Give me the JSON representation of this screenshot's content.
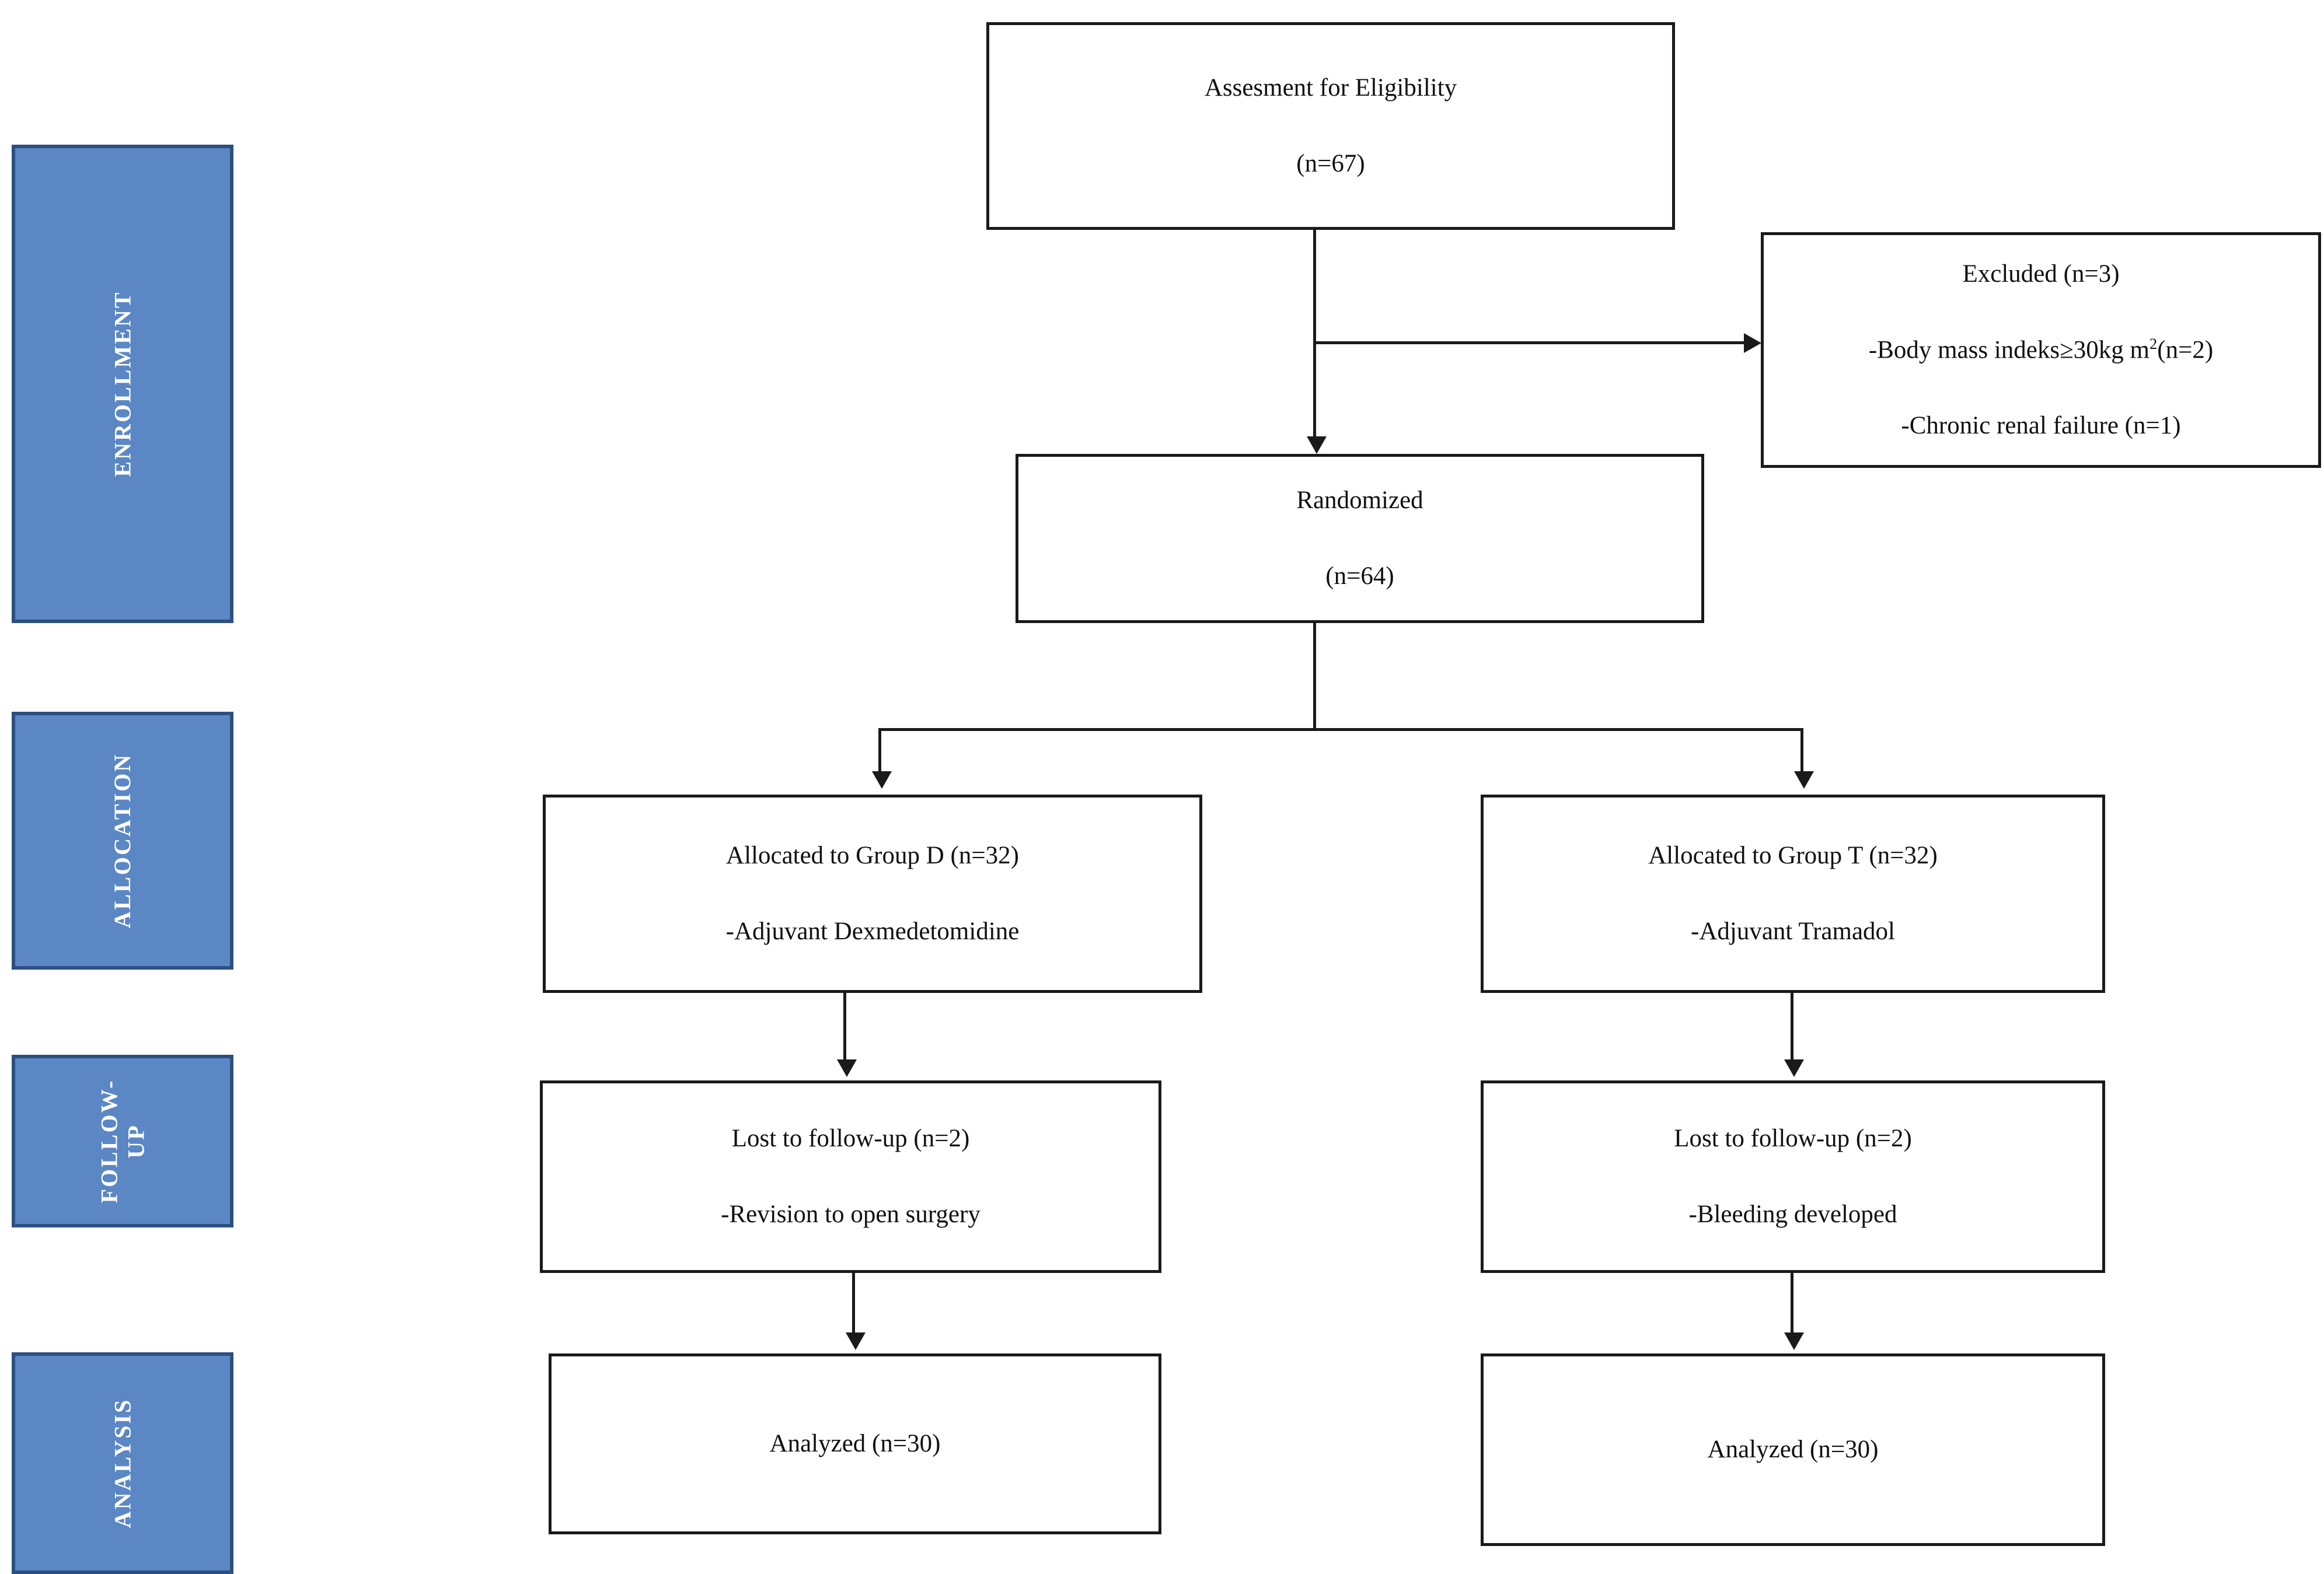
{
  "diagram": {
    "title": "CONSORT participant flow diagram",
    "stages": [
      {
        "name": "enrollment",
        "label": "ENROLLMENT"
      },
      {
        "name": "allocation",
        "label": "ALLOCATION"
      },
      {
        "name": "follow-up",
        "label": "FOLLOW-\nUP"
      },
      {
        "name": "analysis",
        "label": "ANALYSIS"
      }
    ],
    "colors": {
      "stage_fill": "#5b87c4",
      "stage_border": "#2c4f80",
      "stage_text": "#ffffff",
      "box_border": "#1a1a1a",
      "box_fill": "#ffffff",
      "connector": "#1a1a1a"
    },
    "nodes": {
      "assessment": {
        "line1": "Assesment for Eligibility",
        "line2": "(n=67)"
      },
      "excluded": {
        "line1": "Excluded (n=3)",
        "line2_prefix": "-Body mass indeks≥30kg m",
        "line2_sup": "2",
        "line2_suffix": "(n=2)",
        "line3": "-Chronic renal failure (n=1)"
      },
      "randomized": {
        "line1": "Randomized",
        "line2": "(n=64)"
      },
      "allocated_left": {
        "line1": "Allocated to Group D (n=32)",
        "line2": "-Adjuvant Dexmedetomidine"
      },
      "allocated_right": {
        "line1": "Allocated to Group T (n=32)",
        "line2": "-Adjuvant Tramadol"
      },
      "lost_left": {
        "line1": "Lost to follow-up (n=2)",
        "line2": "-Revision to open surgery"
      },
      "lost_right": {
        "line1": "Lost to follow-up (n=2)",
        "line2": "-Bleeding developed"
      },
      "analyzed_left": {
        "line1": "Analyzed (n=30)"
      },
      "analyzed_right": {
        "line1": "Analyzed (n=30)"
      }
    }
  }
}
